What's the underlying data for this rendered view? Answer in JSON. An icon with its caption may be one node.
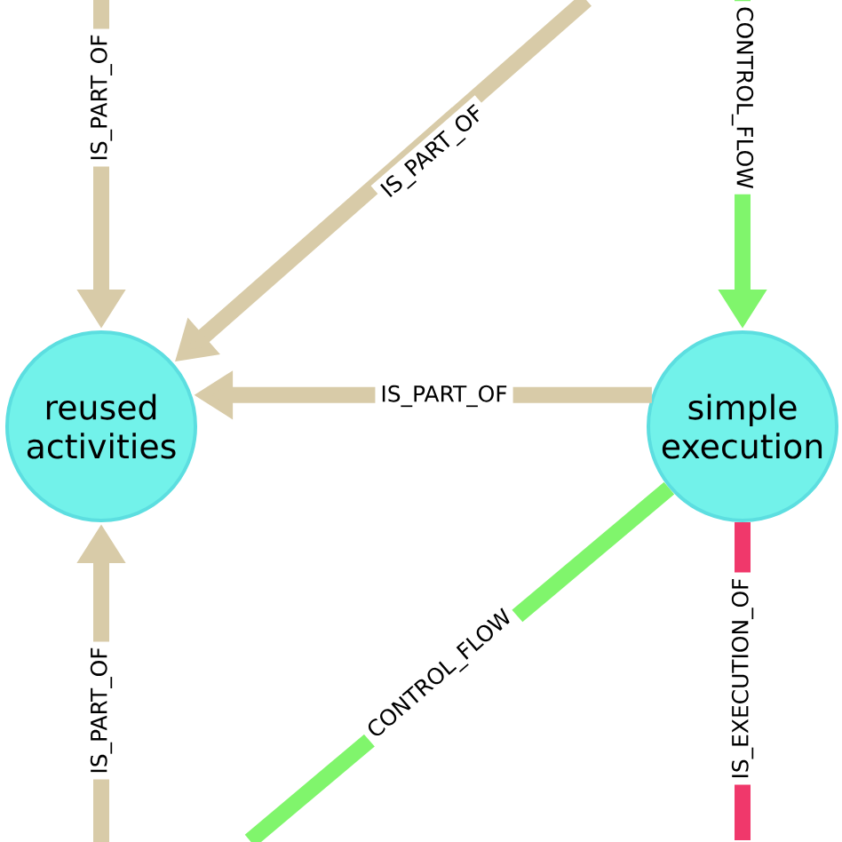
{
  "diagram": {
    "nodes": [
      {
        "text": [
          "reused activities"
        ]
      },
      {
        "text": [
          "simple execution"
        ]
      }
    ],
    "edges": [
      {
        "from": null,
        "to": 0,
        "arrow": "to",
        "label": "IS_PART_OF"
      },
      {
        "from": null,
        "to": 0,
        "arrow": "to",
        "label": "IS_PART_OF"
      },
      {
        "from": null,
        "to": 1,
        "arrow": "to",
        "label": "CONTROL_FLOW",
        "color": "#80f56c"
      },
      {
        "from": 1,
        "to": 0,
        "arrow": "to",
        "label": "IS_PART_OF"
      },
      {
        "from": null,
        "to": 0,
        "arrow": "to",
        "label": "IS_PART_OF"
      },
      {
        "from": 1,
        "to": null,
        "arrow": "none",
        "label": "CONTROL_FLOW",
        "color": "#80f56c"
      },
      {
        "from": 1,
        "to": null,
        "arrow": "none",
        "label": "IS_EXECUTION_OF",
        "color": "#f0386b"
      }
    ]
  }
}
